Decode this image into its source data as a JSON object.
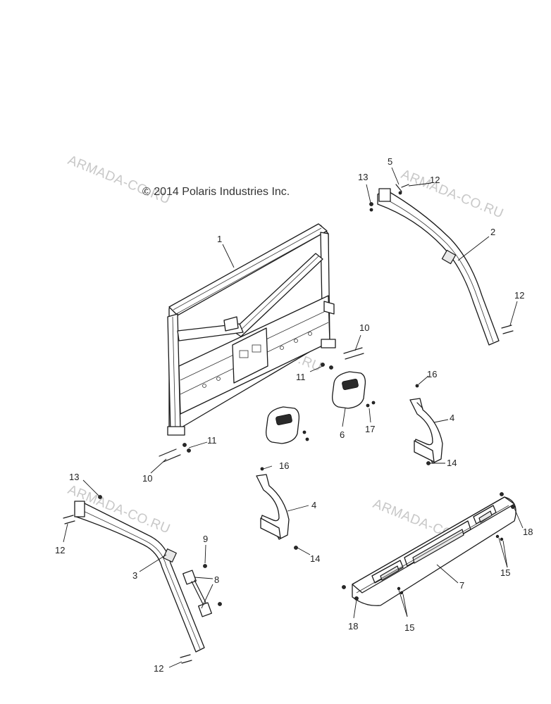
{
  "copyright": "© 2014 Polaris Industries Inc.",
  "watermark": "ARMADA-CO.RU",
  "callouts": {
    "c1": "1",
    "c2": "2",
    "c3": "3",
    "c4a": "4",
    "c4b": "4",
    "c5": "5",
    "c6": "6",
    "c7": "7",
    "c8": "8",
    "c9": "9",
    "c10a": "10",
    "c10b": "10",
    "c11a": "11",
    "c11b": "11",
    "c12a": "12",
    "c12b": "12",
    "c12c": "12",
    "c12d": "12",
    "c13a": "13",
    "c13b": "13",
    "c14a": "14",
    "c14b": "14",
    "c15a": "15",
    "c15b": "15",
    "c16a": "16",
    "c16b": "16",
    "c17": "17",
    "c18a": "18",
    "c18b": "18"
  }
}
